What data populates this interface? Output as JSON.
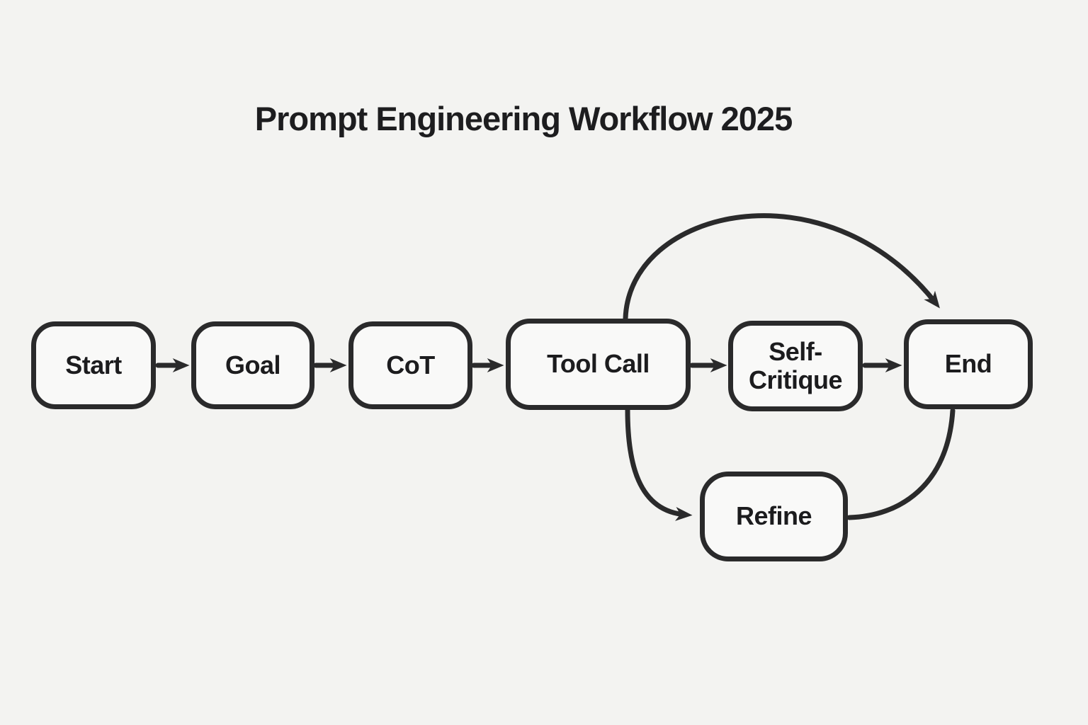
{
  "title": "Prompt Engineering Workflow 2025",
  "diagram": {
    "type": "flowchart",
    "nodes": [
      {
        "id": "start",
        "label": "Start"
      },
      {
        "id": "goal",
        "label": "Goal"
      },
      {
        "id": "cot",
        "label": "CoT"
      },
      {
        "id": "tool_call",
        "label": "Tool Call"
      },
      {
        "id": "self_critique",
        "label": "Self-Critique"
      },
      {
        "id": "end",
        "label": "End"
      },
      {
        "id": "refine",
        "label": "Refine"
      }
    ],
    "edges": [
      {
        "from": "start",
        "to": "goal",
        "style": "straight-arrow"
      },
      {
        "from": "goal",
        "to": "cot",
        "style": "straight-arrow"
      },
      {
        "from": "cot",
        "to": "tool_call",
        "style": "straight-arrow"
      },
      {
        "from": "tool_call",
        "to": "self_critique",
        "style": "straight-arrow"
      },
      {
        "from": "self_critique",
        "to": "end",
        "style": "straight-arrow"
      },
      {
        "from": "tool_call",
        "to": "end",
        "style": "curved-arc-over-top"
      },
      {
        "from": "tool_call",
        "to": "refine",
        "style": "curved-down-arrow"
      },
      {
        "from": "refine",
        "to": "end",
        "style": "curved-up-line"
      }
    ],
    "colors": {
      "background": "#f3f3f1",
      "node_fill": "#f9f9f8",
      "stroke": "#2a2a2b",
      "text": "#1c1c1e"
    }
  }
}
